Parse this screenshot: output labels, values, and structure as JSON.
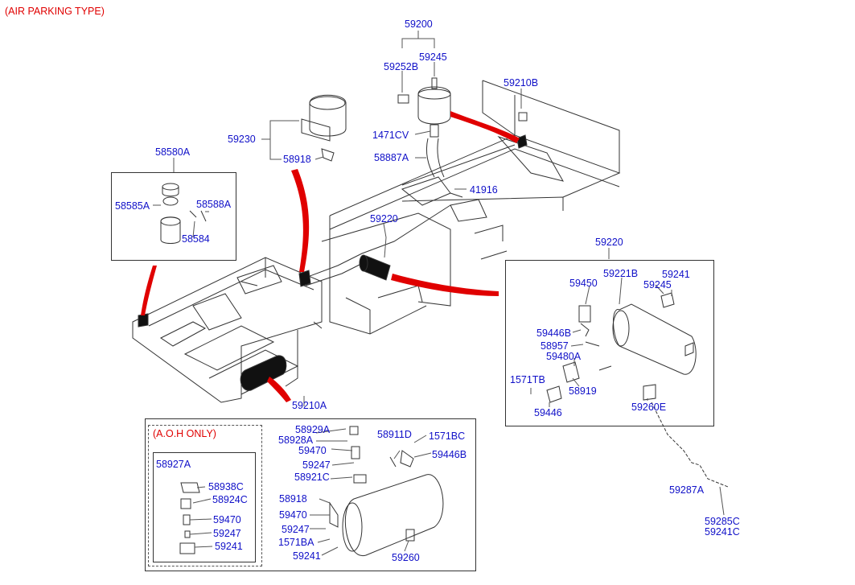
{
  "header": {
    "title": "(AIR PARKING TYPE)"
  },
  "aoh": {
    "label": "(A.O.H ONLY)"
  },
  "colors": {
    "label": "#1010c8",
    "accent": "#e00000",
    "line": "#333333"
  },
  "labels": {
    "p59200": "59200",
    "p59252B": "59252B",
    "p59245_top": "59245",
    "p59210B": "59210B",
    "p59230": "59230",
    "p1471CV": "1471CV",
    "p58918_top": "58918",
    "p58887A": "58887A",
    "p58580A": "58580A",
    "p41916": "41916",
    "p58585A": "58585A",
    "p58588A": "58588A",
    "p58584": "58584",
    "p59220_mid": "59220",
    "p59220_right": "59220",
    "p59221B": "59221B",
    "p59241_right": "59241",
    "p59450": "59450",
    "p59245_right": "59245",
    "p59446B": "59446B",
    "p58957": "58957",
    "p59480A": "59480A",
    "p1571TB": "1571TB",
    "p58919": "58919",
    "p59446": "59446",
    "p59260E": "59260E",
    "p59210A": "59210A",
    "p58929A": "58929A",
    "p58928A": "58928A",
    "p58911D": "58911D",
    "p1571BC": "1571BC",
    "p59470_a": "59470",
    "p59446B_b": "59446B",
    "p59247_a": "59247",
    "p58921C": "58921C",
    "p58927A": "58927A",
    "p58938C": "58938C",
    "p58924C": "58924C",
    "p58918_b": "58918",
    "p59470_b": "59470",
    "p59470_c": "59470",
    "p59247_b": "59247",
    "p59247_c": "59247",
    "p1571BA": "1571BA",
    "p59241_c": "59241",
    "p59241_b": "59241",
    "p59260": "59260",
    "p59287A": "59287A",
    "p59285C": "59285C",
    "p59241C": "59241C"
  }
}
